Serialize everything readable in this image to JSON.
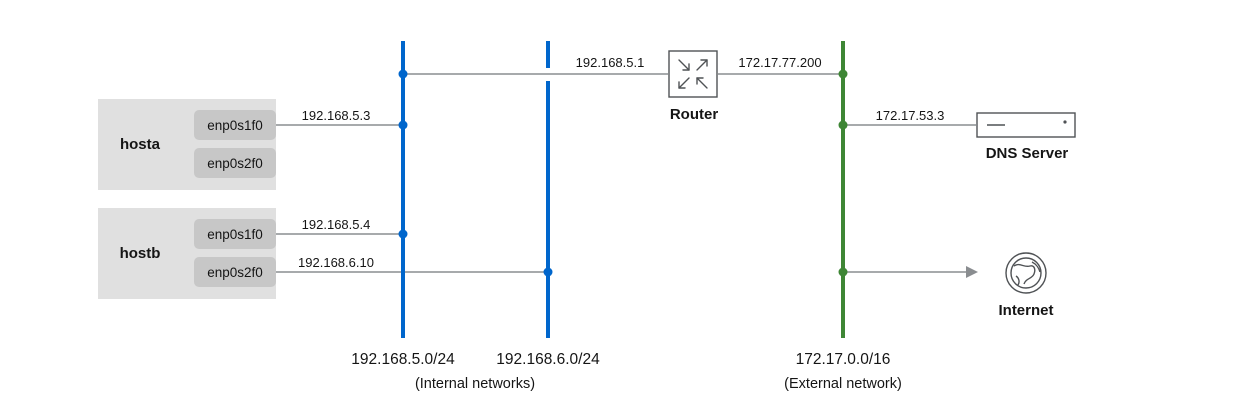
{
  "hosts": [
    {
      "name": "hosta",
      "interfaces": [
        "enp0s1f0",
        "enp0s2f0"
      ]
    },
    {
      "name": "hostb",
      "interfaces": [
        "enp0s1f0",
        "enp0s2f0"
      ]
    }
  ],
  "links": {
    "hosta_enp0s1f0": "192.168.5.3",
    "hostb_enp0s1f0": "192.168.5.4",
    "hostb_enp0s2f0": "192.168.6.10",
    "router_internal": "192.168.5.1",
    "router_external": "172.17.77.200",
    "dns_server": "172.17.53.3"
  },
  "nodes": {
    "router": "Router",
    "dns_server": "DNS Server",
    "internet": "Internet"
  },
  "networks": {
    "net1": "192.168.5.0/24",
    "net2": "192.168.6.0/24",
    "internal_caption": "(Internal networks)",
    "net3": "172.17.0.0/16",
    "external_caption": "(External network)"
  },
  "colors": {
    "internal_network": "#0066cc",
    "external_network": "#3e8635",
    "link": "#8a8d90"
  }
}
